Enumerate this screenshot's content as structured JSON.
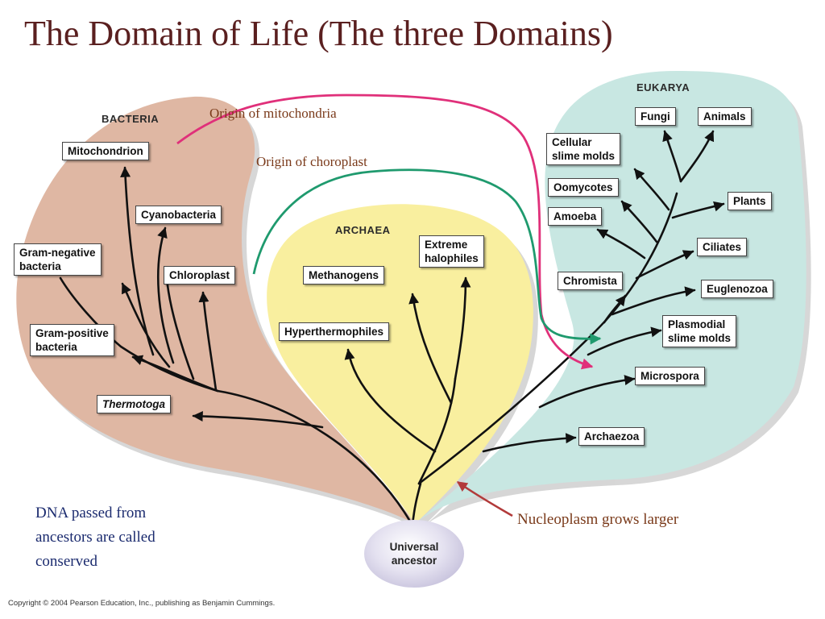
{
  "title": "The Domain of Life (The three Domains)",
  "domains": {
    "bacteria": "BACTERIA",
    "archaea": "ARCHAEA",
    "eukarya": "EUKARYA"
  },
  "bacteria_leaves": {
    "mitochondrion": "Mitochondrion",
    "cyanobacteria": "Cyanobacteria",
    "gram_negative": "Gram-negative\nbacteria",
    "chloroplast": "Chloroplast",
    "gram_positive": "Gram-positive\nbacteria",
    "thermotoga": "Thermotoga"
  },
  "archaea_leaves": {
    "methanogens": "Methanogens",
    "extreme_halophiles": "Extreme\nhalophiles",
    "hyperthermophiles": "Hyperthermophiles"
  },
  "eukarya_leaves": {
    "fungi": "Fungi",
    "animals": "Animals",
    "cellular_slime_molds": "Cellular\nslime molds",
    "oomycotes": "Oomycotes",
    "plants": "Plants",
    "amoeba": "Amoeba",
    "ciliates": "Ciliates",
    "chromista": "Chromista",
    "euglenozoa": "Euglenozoa",
    "plasmodial_slime_molds": "Plasmodial\nslime molds",
    "microspora": "Microspora",
    "archaezoa": "Archaezoa"
  },
  "root": "Universal\nancestor",
  "annotations": {
    "mitochondria": "Origin of mitochondria",
    "chloroplast": "Origin of choroplast",
    "nucleoplasm": "Nucleoplasm grows larger",
    "dna_note": "DNA passed from\nancestors are called\nconserved"
  },
  "copyright": "Copyright © 2004 Pearson Education, Inc., publishing as Benjamin Cummings.",
  "colors": {
    "bacteria_region": "#dfb7a3",
    "archaea_region": "#f9ef9f",
    "eukarya_region": "#c8e7e2",
    "mitochondria_arrow": "#e0307a",
    "chloroplast_arrow": "#1f9a6e",
    "nucleoplasm_arrow": "#b23a3a",
    "branch": "#111111"
  }
}
